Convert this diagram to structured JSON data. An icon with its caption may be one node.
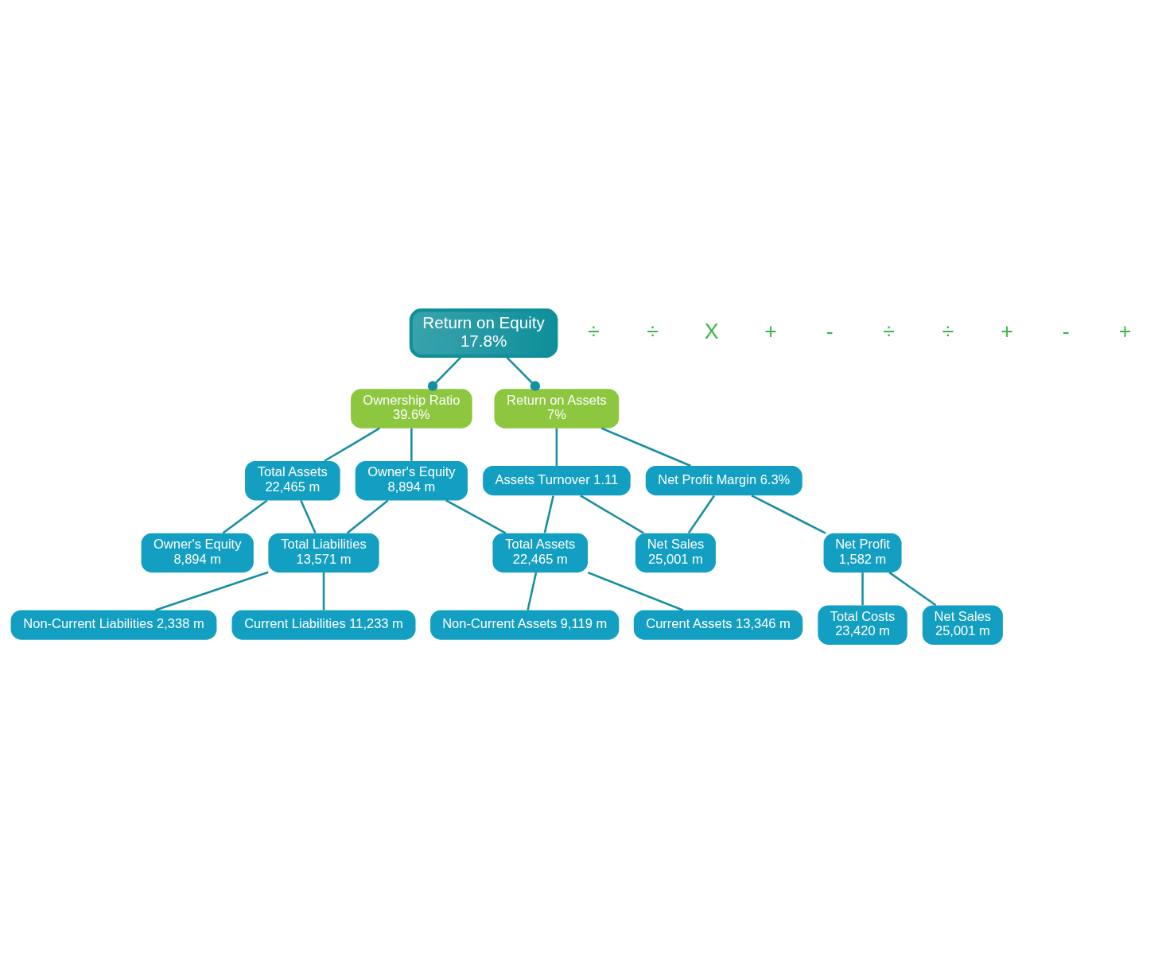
{
  "diagram": {
    "nodes": [
      {
        "text": [
          "Return on Equity",
          "17.8%"
        ]
      },
      {
        "text": [
          "Ownership Ratio",
          "39.6%"
        ]
      },
      {
        "text": [
          "Return on Assets",
          "7%"
        ]
      },
      {
        "text": [
          "Total Assets",
          "22,465 m"
        ]
      },
      {
        "text": [
          "Owner's Equity",
          "8,894 m"
        ]
      },
      {
        "text": [
          "Assets Turnover 1.11"
        ]
      },
      {
        "text": [
          "Net Profit Margin 6.3%"
        ]
      },
      {
        "text": [
          "Owner's Equity",
          "8,894 m"
        ]
      },
      {
        "text": [
          "Total Liabilities",
          "13,571 m"
        ]
      },
      {
        "text": [
          "Total Assets",
          "22,465 m"
        ]
      },
      {
        "text": [
          "Net Sales",
          "25,001 m"
        ]
      },
      {
        "text": [
          "Net Profit",
          "1,582 m"
        ]
      },
      {
        "text": [
          "Non-Current Liabilities 2,338 m"
        ]
      },
      {
        "text": [
          "Current Liabilities 11,233 m"
        ]
      },
      {
        "text": [
          "Total Costs",
          "23,420 m"
        ]
      },
      {
        "text": [
          "Net Sales",
          "25,001 m"
        ]
      },
      {
        "text": [
          "Non-Current Assets 9,119 m"
        ]
      },
      {
        "text": [
          "Current Assets 13,346 m"
        ]
      }
    ],
    "edges": [
      {
        "from": 0,
        "to": 1,
        "arrow": "other"
      },
      {
        "from": 0,
        "to": 2,
        "arrow": "other"
      },
      {
        "from": 1,
        "to": 3,
        "arrow": "none"
      },
      {
        "from": 1,
        "to": 4,
        "arrow": "none"
      },
      {
        "from": 2,
        "to": 5,
        "arrow": "none"
      },
      {
        "from": 2,
        "to": 6,
        "arrow": "none"
      },
      {
        "from": 3,
        "to": 7,
        "arrow": "none"
      },
      {
        "from": 3,
        "to": 8,
        "arrow": "none"
      },
      {
        "from": 4,
        "to": 8,
        "arrow": "none"
      },
      {
        "from": 4,
        "to": 9,
        "arrow": "none"
      },
      {
        "from": 5,
        "to": 9,
        "arrow": "none"
      },
      {
        "from": 5,
        "to": 10,
        "arrow": "none"
      },
      {
        "from": 6,
        "to": 10,
        "arrow": "none"
      },
      {
        "from": 6,
        "to": 11,
        "arrow": "none"
      },
      {
        "from": 8,
        "to": 12,
        "arrow": "none"
      },
      {
        "from": 8,
        "to": 13,
        "arrow": "none"
      },
      {
        "from": 9,
        "to": 16,
        "arrow": "none"
      },
      {
        "from": 9,
        "to": 17,
        "arrow": "none"
      },
      {
        "from": 11,
        "to": 14,
        "arrow": "none"
      },
      {
        "from": 11,
        "to": 15,
        "arrow": "none"
      }
    ],
    "labels": [
      "÷",
      "÷",
      "X",
      "+",
      "-",
      "÷",
      "÷",
      "+",
      "-",
      "+"
    ]
  }
}
